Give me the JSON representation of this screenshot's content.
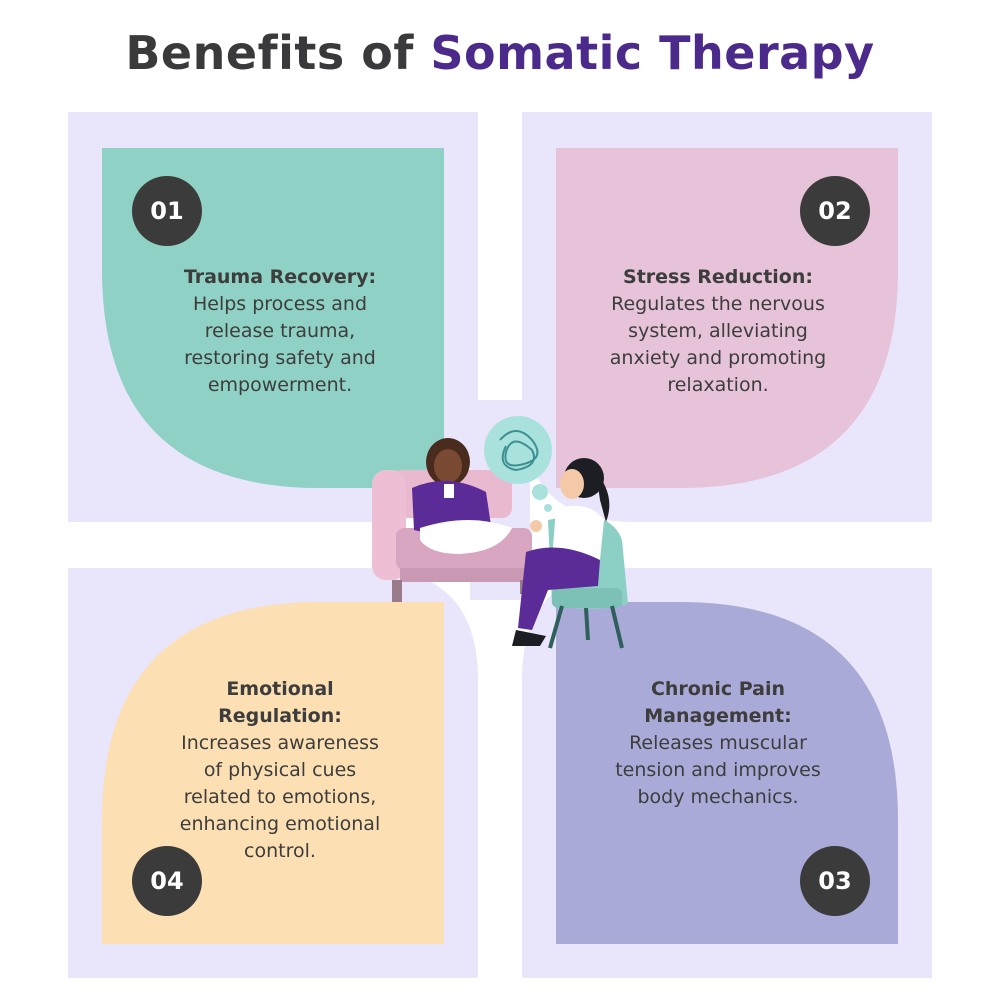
{
  "title": {
    "prefix": "Benefits of",
    "accent": "Somatic Therapy"
  },
  "colors": {
    "halo": "#e9e5fb",
    "accent": "#4b2a8c",
    "badge": "#3b3b3b",
    "petal_1": "#8fd1c4",
    "petal_2": "#e6c3d9",
    "petal_3": "#aaaad8",
    "petal_4": "#fce0b4"
  },
  "petals": [
    {
      "number": "01",
      "heading": "Trauma Recovery:",
      "lines": [
        "Helps process and",
        "release trauma,",
        "restoring safety and",
        "empowerment."
      ]
    },
    {
      "number": "02",
      "heading": "Stress Reduction:",
      "lines": [
        "Regulates the nervous",
        "system, alleviating",
        "anxiety and promoting",
        "relaxation."
      ]
    },
    {
      "number": "03",
      "heading_lines": [
        "Chronic Pain",
        "Management:"
      ],
      "lines": [
        "Releases muscular",
        "tension and improves",
        "body mechanics."
      ]
    },
    {
      "number": "04",
      "heading_lines": [
        "Emotional",
        "Regulation:"
      ],
      "lines": [
        "Increases awareness",
        "of physical cues",
        "related to emotions,",
        "enhancing emotional",
        "control."
      ]
    }
  ],
  "illustration": {
    "icons": [
      "sofa-icon",
      "armchair-icon",
      "thought-bubble-icon",
      "client-figure-icon",
      "therapist-figure-icon"
    ]
  }
}
